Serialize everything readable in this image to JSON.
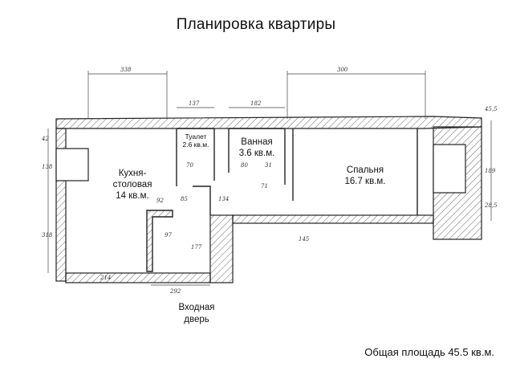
{
  "title": "Планировка квартиры",
  "rooms": {
    "kitchen": {
      "line1": "Кухня-",
      "line2": "столовая",
      "line3": "14 кв.м."
    },
    "toilet": {
      "line1": "Туалет",
      "line2": "2.6 кв.м."
    },
    "bathroom": {
      "line1": "Ванная",
      "line2": "3.6 кв.м."
    },
    "bedroom": {
      "line1": "Спальня",
      "line2": "16.7 кв.м."
    }
  },
  "entrance": {
    "line1": "Входная",
    "line2": "дверь"
  },
  "total_area": "Общая площадь 45.5 кв.м.",
  "dimensions": {
    "top_left": "338",
    "top_right": "300",
    "toilet_width": "137",
    "bath_width": "182",
    "left_top": "42",
    "left_mid": "138",
    "left_bottom": "318",
    "right_top": "45,5",
    "right_mid": "189",
    "right_bottom": "28,5",
    "door_width": "292",
    "bottom_left": "214",
    "inner_70": "70",
    "inner_80": "80",
    "inner_31": "31",
    "inner_71": "71",
    "inner_92": "92",
    "inner_177": "177",
    "inner_97": "97",
    "inner_85": "85",
    "inner_134": "134",
    "inner_145": "145"
  },
  "colors": {
    "wall_hatch": "#555555",
    "line": "#222222"
  }
}
